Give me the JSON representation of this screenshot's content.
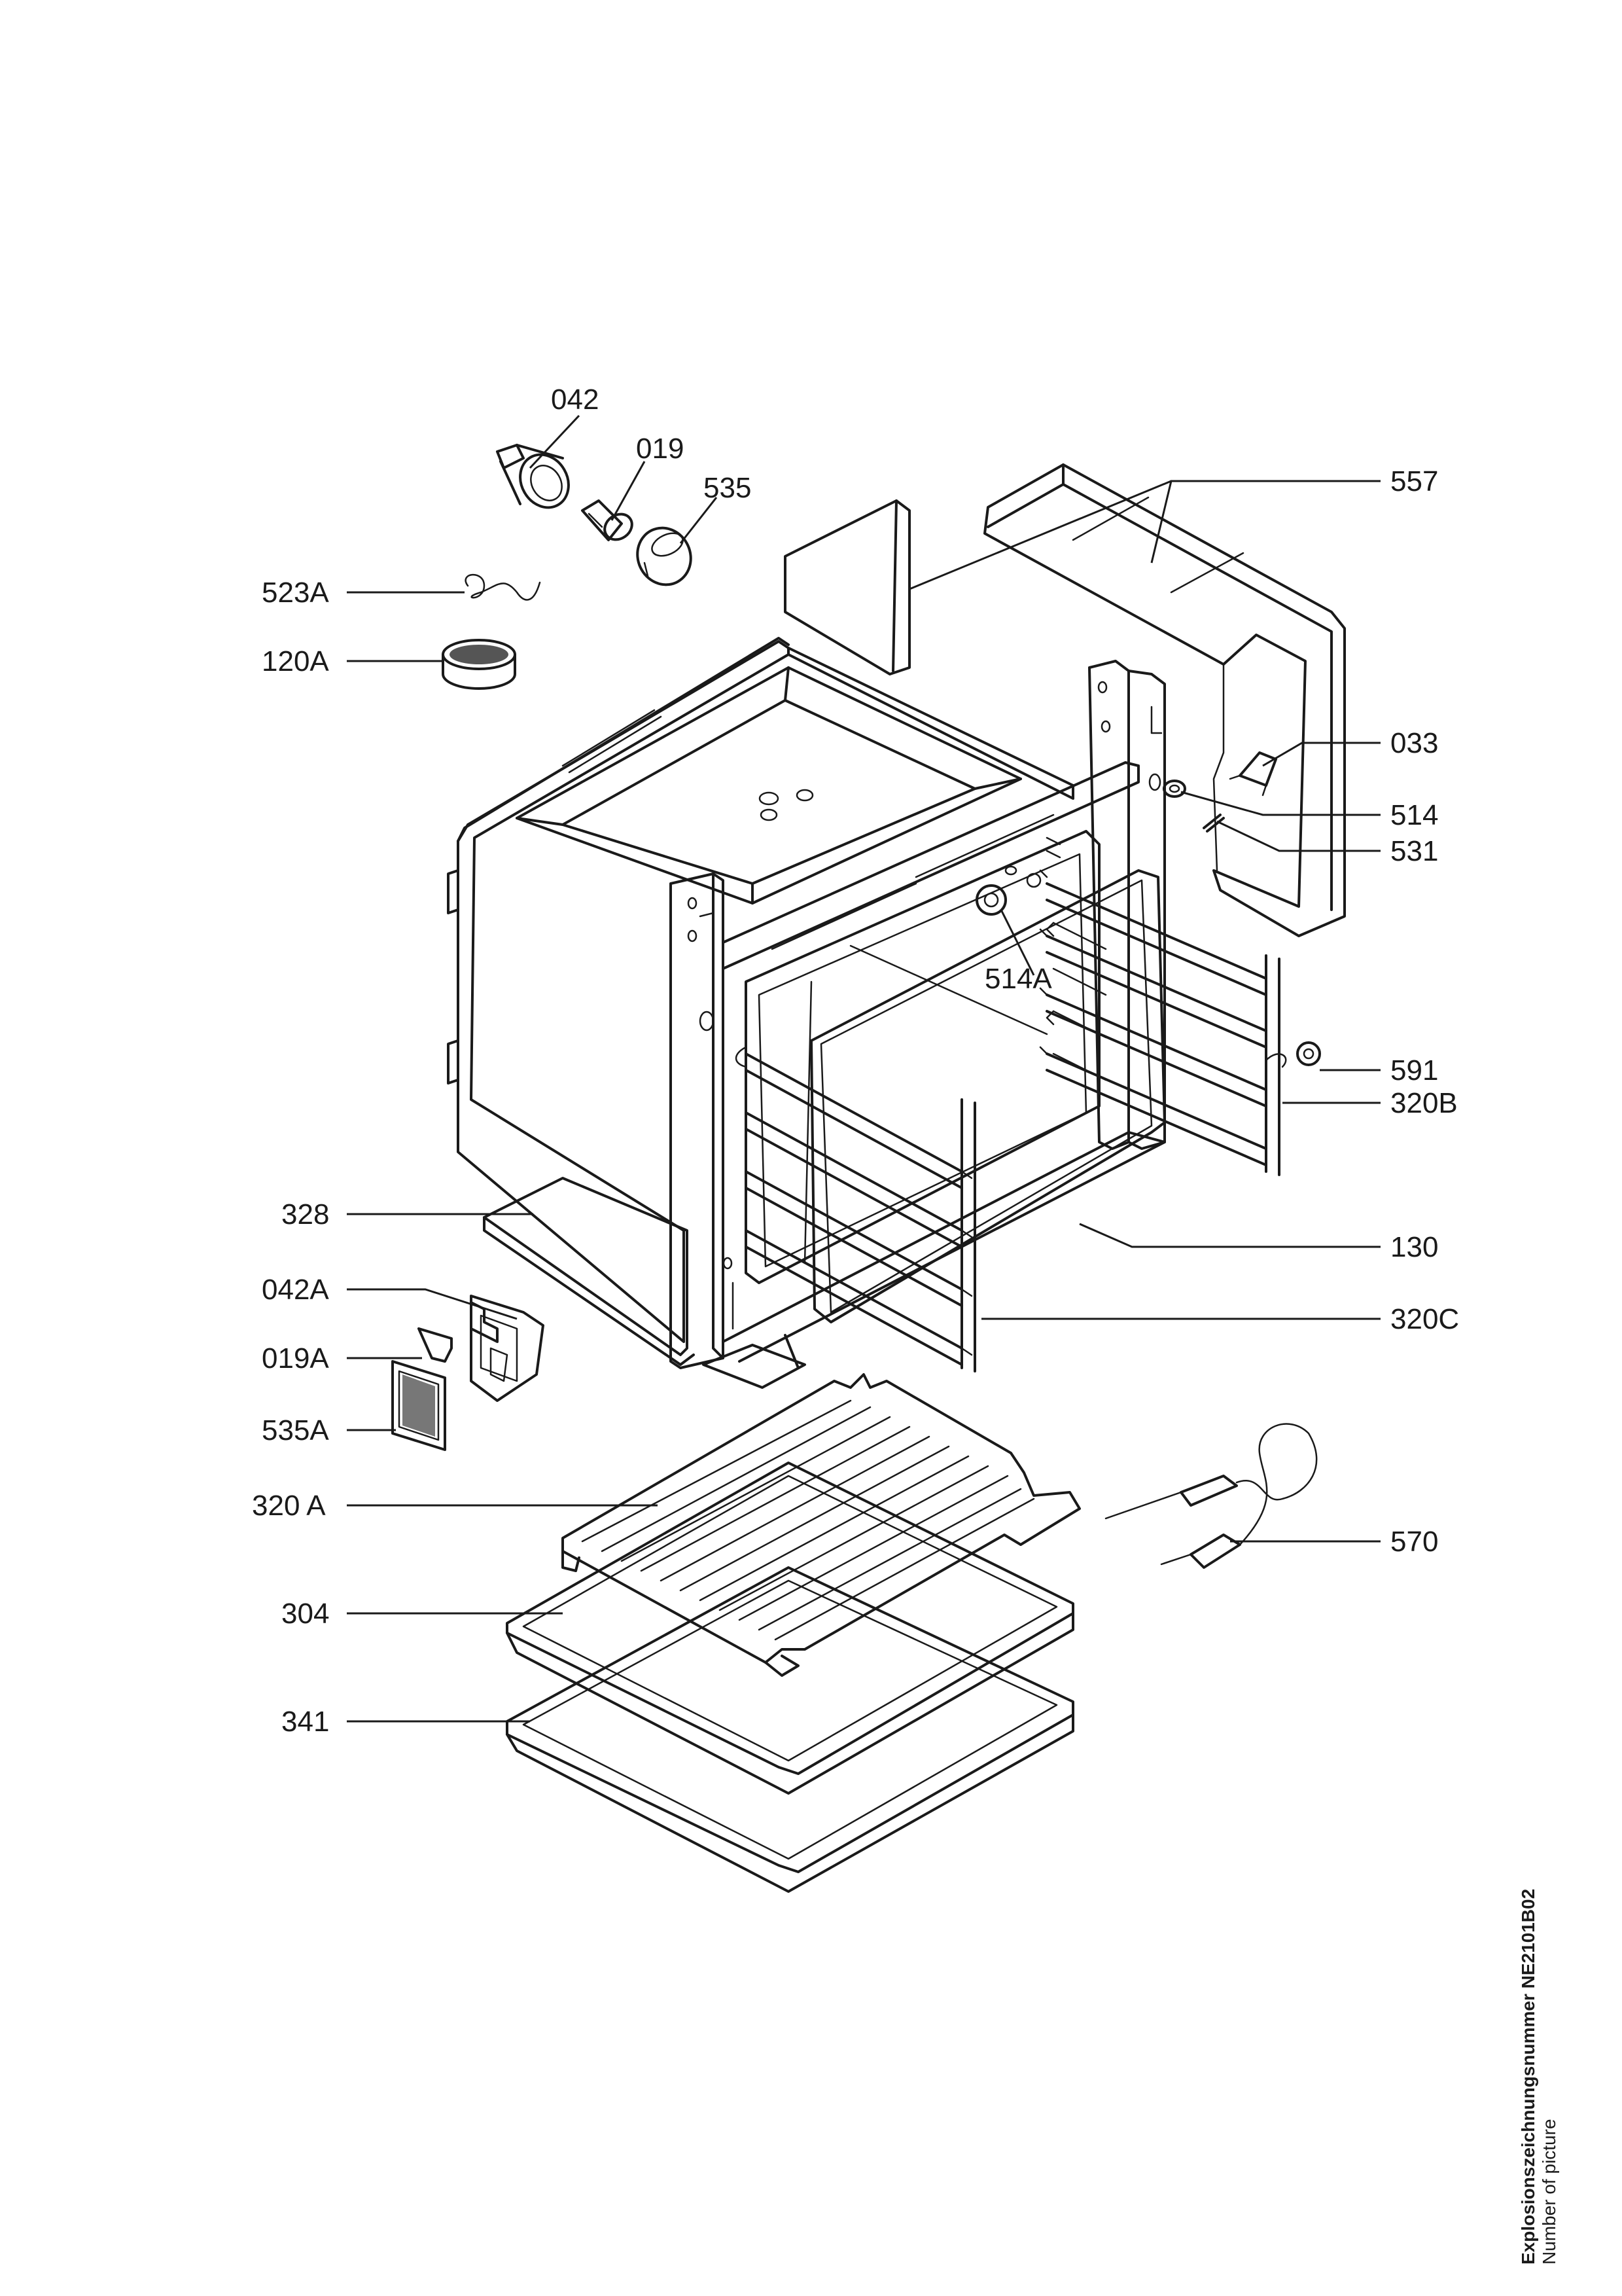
{
  "labels": {
    "p042": "042",
    "p019": "019",
    "p535": "535",
    "p557": "557",
    "p523A": "523A",
    "p120A": "120A",
    "p033": "033",
    "p514": "514",
    "p531": "531",
    "p514A": "514A",
    "p591": "591",
    "p320B": "320B",
    "p328": "328",
    "p130": "130",
    "p042A": "042A",
    "p320C": "320C",
    "p019A": "019A",
    "p535A": "535A",
    "p320A": "320 A",
    "p570": "570",
    "p304": "304",
    "p341": "341"
  },
  "caption": {
    "line1": "Explosionszeichnungsnummer NE2101B02",
    "line2": "Number of picture"
  }
}
